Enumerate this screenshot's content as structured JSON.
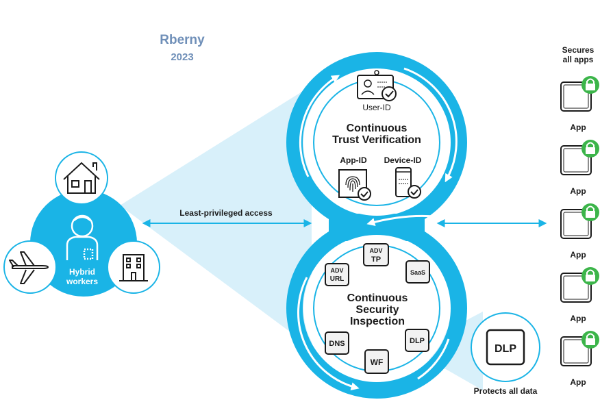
{
  "watermark": {
    "name": "Rberny",
    "year": "2023"
  },
  "colors": {
    "primary": "#1ab4e6",
    "light": "#d8f0fa",
    "dark": "#1a1a1a",
    "lock": "#3cb54a",
    "watermark": "#6f8fb8"
  },
  "left": {
    "label_line1": "Hybrid",
    "label_line2": "workers",
    "icons": [
      "home-icon",
      "worker-person-icon",
      "airplane-icon",
      "office-building-icon"
    ]
  },
  "access_label": "Least-privileged access",
  "top_loop": {
    "user_id": "User-ID",
    "title_line1": "Continuous",
    "title_line2": "Trust Verification",
    "app_id": "App-ID",
    "device_id": "Device-ID"
  },
  "bottom_loop": {
    "title_line1": "Continuous",
    "title_line2": "Security",
    "title_line3": "Inspection",
    "modules": {
      "adv_tp_1": "ADV",
      "adv_tp_2": "TP",
      "saas": "SaaS",
      "adv_url_1": "ADV",
      "adv_url_2": "URL",
      "dns": "DNS",
      "dlp": "DLP",
      "wf": "WF"
    }
  },
  "dlp_callout": {
    "badge": "DLP",
    "caption": "Protects all data"
  },
  "apps": {
    "header_line1": "Secures",
    "header_line2": "all apps",
    "items": [
      "App",
      "App",
      "App",
      "App",
      "App"
    ]
  }
}
